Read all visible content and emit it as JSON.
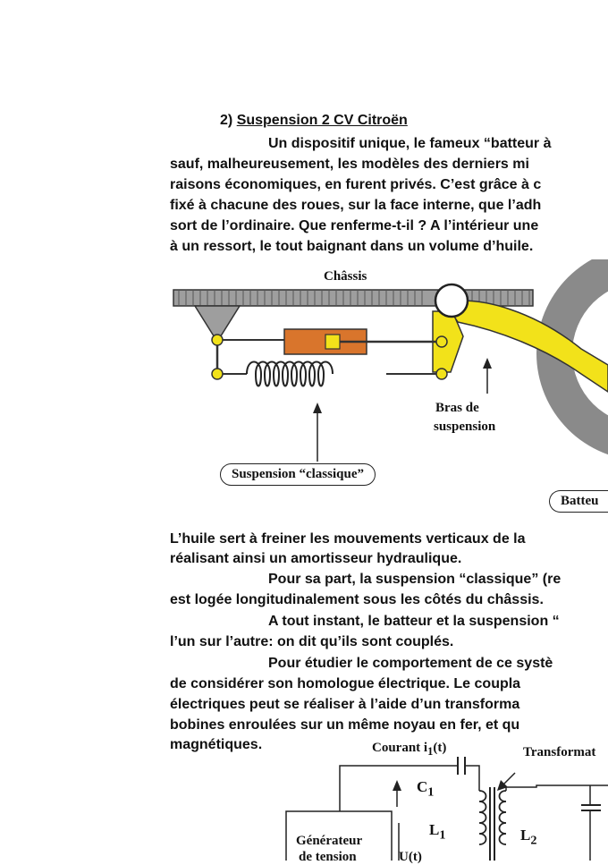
{
  "section": {
    "number": "2)",
    "title": "Suspension 2 CV Citroën"
  },
  "paragraph1": [
    "Un dispositif unique, le fameux “batteur à",
    "sauf, malheureusement, les modèles des derniers mi",
    "raisons économiques, en furent privés. C’est grâce à c",
    "fixé à chacune des roues, sur la face interne, que l’adh",
    "sort de l’ordinaire. Que renferme-t-il ? A l’intérieur une",
    "à un ressort, le tout baignant dans un volume d’huile."
  ],
  "figure1": {
    "chassis": "Châssis",
    "bras_line1": "Bras de",
    "bras_line2": "suspension",
    "suspension_classique": "Suspension “classique”",
    "batteur": "Batteu"
  },
  "paragraph2": [
    "L’huile sert à freiner les mouvements verticaux  de la",
    "réalisant ainsi un amortisseur hydraulique.",
    "Pour sa part, la suspension “classique” (re",
    "est logée longitudinalement sous les côtés du châssis.",
    "A tout instant, le batteur et la suspension “",
    "l’un sur l’autre: on dit qu’ils sont couplés.",
    "Pour étudier le comportement de ce systè",
    "de considérer son homologue électrique. Le coupla",
    "électriques peut se réaliser à l’aide d’un transforma",
    "bobines enroulées sur un même noyau en fer, et qu",
    "magnétiques."
  ],
  "figure2": {
    "courant_prefix": "Courant i",
    "courant_sub": "1",
    "courant_suffix": "(t)",
    "transformateur": "Transformat",
    "c1": "C",
    "c1_sub": "1",
    "l1": "L",
    "l1_sub": "1",
    "l2": "L",
    "l2_sub": "2",
    "generateur_line1": "Générateur",
    "generateur_line2": "de tension",
    "u_label": "U(t)"
  },
  "colors": {
    "chassis_fill": "#9e9e9e",
    "arm_yellow": "#f2e21a",
    "damper_orange": "#d9752c",
    "tire_gray": "#8a8a8a"
  }
}
